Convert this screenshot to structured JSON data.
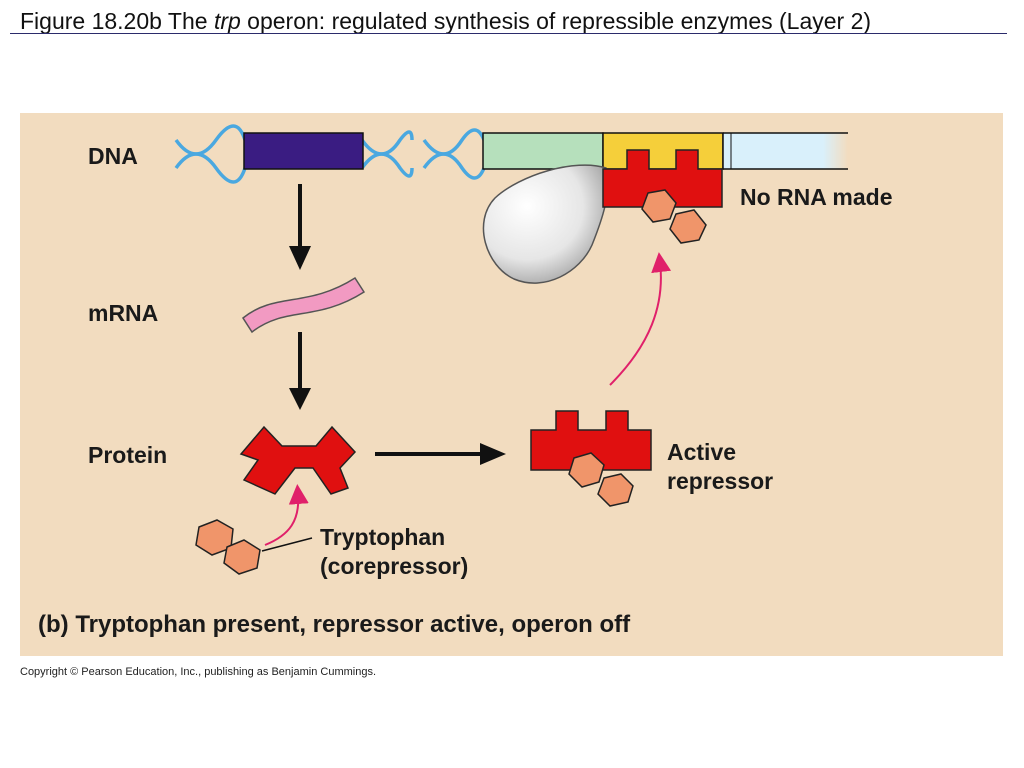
{
  "title": {
    "prefix": "Figure 18.20b  The ",
    "italic": "trp",
    "suffix": " operon: regulated synthesis of repressible enzymes (Layer 2)"
  },
  "labels": {
    "dna": "DNA",
    "mrna": "mRNA",
    "protein": "Protein",
    "no_rna": "No RNA made",
    "active_line1": "Active",
    "active_line2": "repressor",
    "trp_line1": "Tryptophan",
    "trp_line2": "(corepressor)",
    "caption": "(b) Tryptophan present, repressor active, operon off"
  },
  "copyright": "Copyright © Pearson Education, Inc., publishing as Benjamin Cummings.",
  "colors": {
    "panel": "#f2dcbf",
    "gene": "#3a1c82",
    "helix": "#4aa8e0",
    "promoter": "#b6e0bc",
    "operator": "#f5cf3a",
    "trp_genes": "#d9f0fb",
    "repressor": "#e01010",
    "tryptophan": "#f0956a",
    "mrna": "#f29ac2",
    "rna_polymerase": "#eeeeee",
    "arrow_pink": "#e0206a"
  }
}
